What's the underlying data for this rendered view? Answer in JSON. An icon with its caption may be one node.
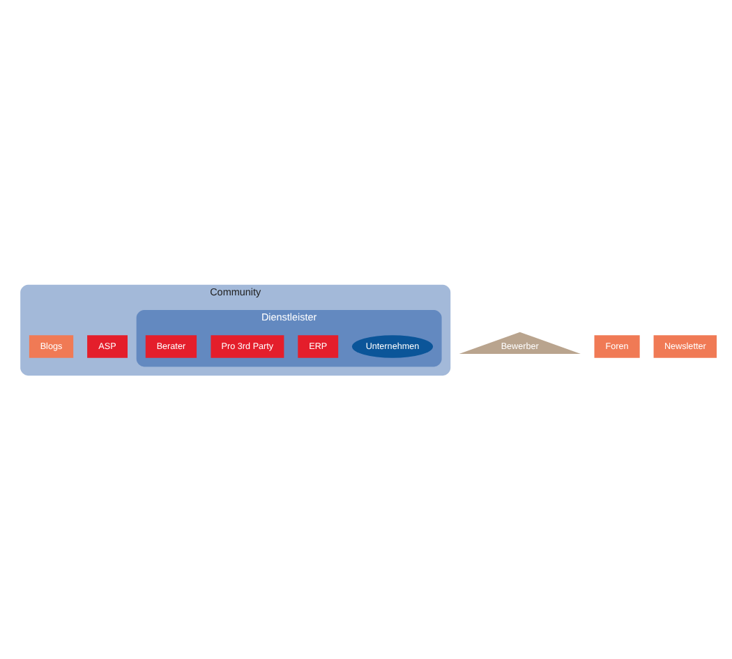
{
  "diagram": {
    "nodes": [
      {
        "text": [
          "Community"
        ]
      },
      {
        "text": [
          "Dienstleister"
        ],
        "in": 0
      },
      {
        "text": [
          "Unternehmen"
        ],
        "in": 1
      },
      {
        "text": [
          "ERP"
        ],
        "in": 1
      },
      {
        "text": [
          "ASP"
        ],
        "in": 0
      },
      {
        "text": [
          "Pro 3rd Party"
        ],
        "in": 1
      },
      {
        "text": [
          "Berater"
        ],
        "in": 1
      },
      {
        "text": [
          "Bewerber"
        ]
      },
      {
        "text": [
          "Foren"
        ]
      },
      {
        "text": [
          "Blogs"
        ],
        "in": 0
      },
      {
        "text": [
          "Newsletter"
        ]
      }
    ],
    "edges": []
  }
}
